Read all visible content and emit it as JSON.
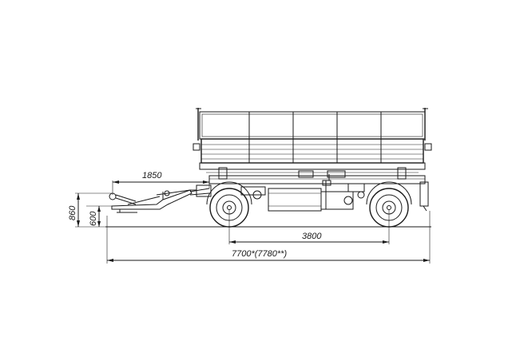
{
  "drawing": {
    "dimensions": {
      "drawbar_length": "1850",
      "wheelbase": "3800",
      "overall_length": "7700*(7780**)",
      "coupling_height": "860",
      "drawbar_eye_height": "600"
    }
  }
}
